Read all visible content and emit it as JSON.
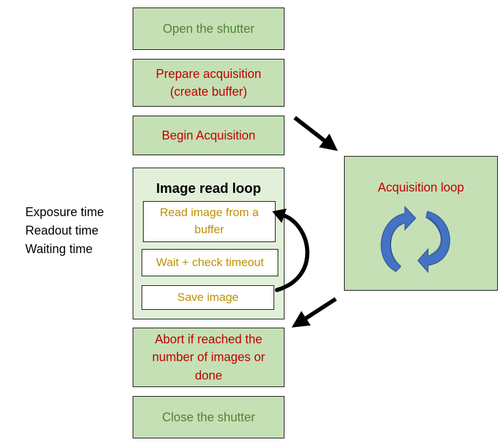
{
  "steps": {
    "open_shutter": "Open the shutter",
    "prepare_line1": "Prepare acquisition",
    "prepare_line2": "(create buffer)",
    "begin": "Begin Acquisition",
    "abort_line1": "Abort if reached the",
    "abort_line2": "number of images or",
    "abort_line3": "done",
    "close_shutter": "Close the shutter"
  },
  "image_loop": {
    "title": "Image read loop",
    "read_line1": "Read image from a",
    "read_line2": "buffer",
    "wait": "Wait + check timeout",
    "save": "Save image"
  },
  "acquisition_loop": {
    "title": "Acquisition loop",
    "icon": "cycle-arrows-icon"
  },
  "side_labels": [
    "Exposure time",
    "Readout time",
    "Waiting time"
  ],
  "colors": {
    "box_fill": "#c5e0b4",
    "loop_fill": "#e2f0d9",
    "green_text": "#548235",
    "red_text": "#c00000",
    "gold_text": "#bf9000",
    "cycle_blue": "#4472c4"
  }
}
